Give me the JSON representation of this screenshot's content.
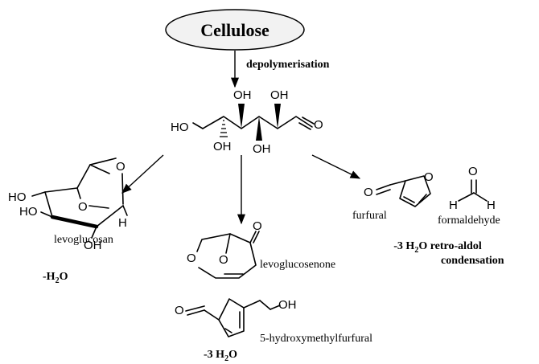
{
  "title": "Cellulose",
  "step": "depolymerisation",
  "atoms": {
    "OH": "OH",
    "HO": "HO",
    "O": "O",
    "H": "H"
  },
  "products": {
    "levoglucosan": "levoglucosan",
    "levoglucosenone": "levoglucosenone",
    "hmf": "5-hydroxymethylfurfural",
    "furfural": "furfural",
    "formaldehyde": "formaldehyde"
  },
  "conditions": {
    "minus": "-",
    "h2": "H",
    "two": "2",
    "o": "O",
    "three": "-3 H",
    "retro_line1_pre": "-3 H",
    "retro_line1_post": "O retro-aldol",
    "retro_line2": "condensation"
  }
}
